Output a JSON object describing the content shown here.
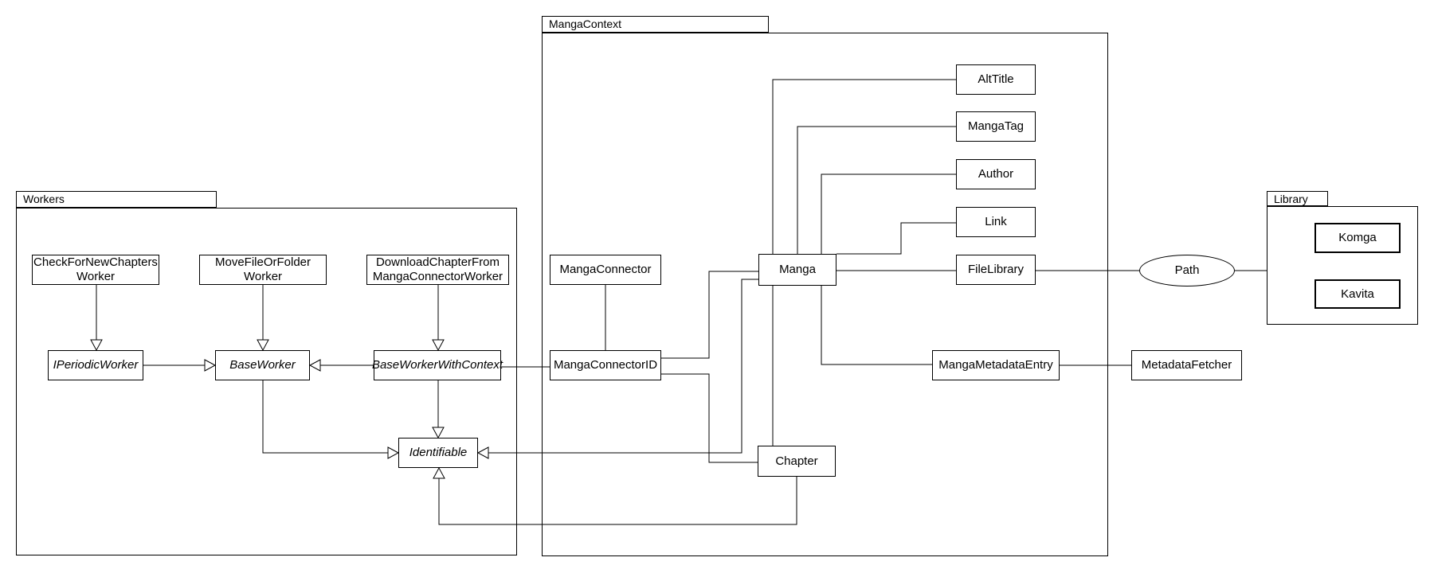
{
  "packages": {
    "workers": {
      "label": "Workers"
    },
    "manga_context": {
      "label": "MangaContext"
    },
    "library": {
      "label": "Library"
    }
  },
  "nodes": {
    "check_for_new_chapters_worker": {
      "lines": [
        "CheckForNewChapters",
        "Worker"
      ]
    },
    "move_file_or_folder_worker": {
      "lines": [
        "MoveFileOrFolder",
        "Worker"
      ]
    },
    "download_chapter_from_manga_connector_worker": {
      "lines": [
        "DownloadChapterFrom",
        "MangaConnectorWorker"
      ]
    },
    "i_periodic_worker": {
      "label": "IPeriodicWorker"
    },
    "base_worker": {
      "label": "BaseWorker"
    },
    "base_worker_with_context": {
      "label": "BaseWorkerWithContext"
    },
    "identifiable": {
      "label": "Identifiable"
    },
    "manga_connector": {
      "label": "MangaConnector"
    },
    "manga_connector_id": {
      "label": "MangaConnectorID"
    },
    "manga": {
      "label": "Manga"
    },
    "chapter": {
      "label": "Chapter"
    },
    "alt_title": {
      "label": "AltTitle"
    },
    "manga_tag": {
      "label": "MangaTag"
    },
    "author": {
      "label": "Author"
    },
    "link": {
      "label": "Link"
    },
    "file_library": {
      "label": "FileLibrary"
    },
    "manga_metadata_entry": {
      "label": "MangaMetadataEntry"
    },
    "metadata_fetcher": {
      "label": "MetadataFetcher"
    },
    "path": {
      "label": "Path"
    },
    "komga": {
      "label": "Komga"
    },
    "kavita": {
      "label": "Kavita"
    }
  },
  "colors": {
    "stroke": "#000000",
    "node_fill": "#ffffff",
    "background": "#ffffff"
  }
}
